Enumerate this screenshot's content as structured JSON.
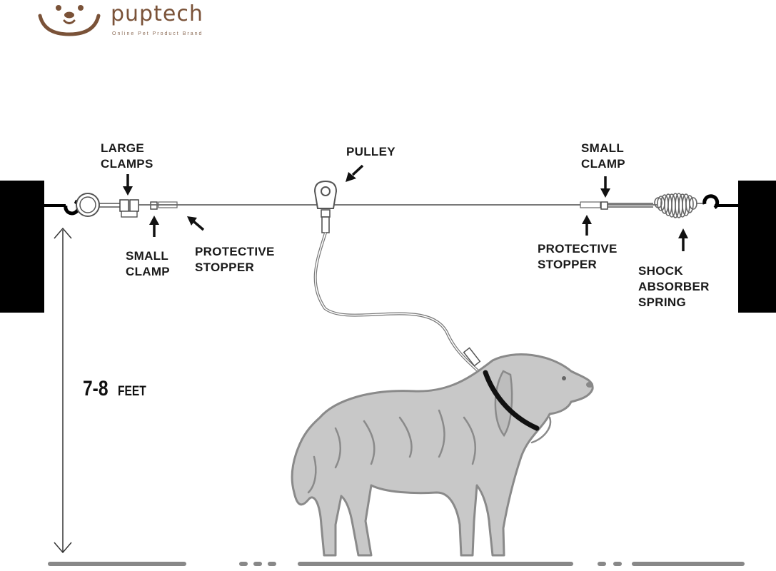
{
  "brand": {
    "name": "puptech",
    "tagline": "Online Pet Product Brand",
    "color": "#7a5238"
  },
  "callouts": {
    "large_clamps": [
      "LARGE",
      "CLAMPS"
    ],
    "small_clamp_left": [
      "SMALL",
      "CLAMP"
    ],
    "protective_stopper_left": [
      "PROTECTIVE",
      "STOPPER"
    ],
    "pulley": "PULLEY",
    "small_clamp_right": [
      "SMALL",
      "CLAMP"
    ],
    "protective_stopper_right": [
      "PROTECTIVE",
      "STOPPER"
    ],
    "shock_absorber": [
      "SHOCK",
      "ABSORBER",
      "SPRING"
    ]
  },
  "height": {
    "value": "7-8",
    "unit": "FEET"
  },
  "colors": {
    "post": "#000000",
    "cable": "#555555",
    "dog_fill": "#c8c8c8",
    "dog_outline": "#8a8a8a",
    "collar": "#111111",
    "ground": "#888888"
  }
}
